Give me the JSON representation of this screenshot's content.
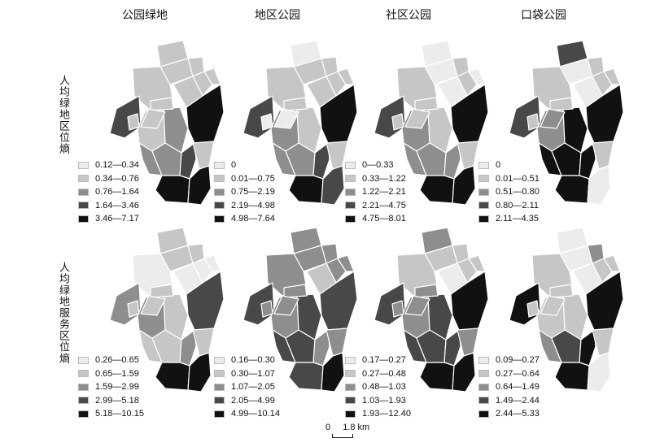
{
  "columns": [
    "公园绿地",
    "地区公园",
    "社区公园",
    "口袋公园"
  ],
  "rows": [
    "人均绿地区位熵",
    "人均绿地服务区位熵"
  ],
  "colors": [
    "#ececec",
    "#c6c6c6",
    "#8e8e8e",
    "#484848",
    "#111111"
  ],
  "legends": [
    [
      [
        "0.12—0.34",
        "0.34—0.76",
        "0.76—1.64",
        "1.64—3.46",
        "3.46—7.17"
      ],
      [
        "0",
        "0.01—0.75",
        "0.75—2.19",
        "2.19—4.98",
        "4.98—7.64"
      ],
      [
        "0—0.33",
        "0.33—1.22",
        "1.22—2.21",
        "2.21—4.75",
        "4.75—8.01"
      ],
      [
        "0",
        "0.01—0.51",
        "0.51—0.80",
        "0.80—2.11",
        "2.11—4.35"
      ]
    ],
    [
      [
        "0.26—0.65",
        "0.65—1.59",
        "1.59—2.99",
        "2.99—5.18",
        "5.18—10.15"
      ],
      [
        "0.16—0.30",
        "0.30—1.07",
        "1.07—2.05",
        "2.05—4.99",
        "4.99—10.14"
      ],
      [
        "0.17—0.27",
        "0.27—0.48",
        "0.48—1.03",
        "1.03—1.93",
        "1.93—12.40"
      ],
      [
        "0.09—0.27",
        "0.27—0.64",
        "0.64—1.49",
        "1.49—2.44",
        "2.44—5.33"
      ]
    ]
  ],
  "region_classes": [
    [
      [
        1,
        1,
        1,
        1,
        1,
        1,
        1,
        3,
        4,
        1,
        2,
        2,
        2,
        3,
        1,
        1,
        1,
        1,
        4,
        4
      ],
      [
        0,
        1,
        1,
        1,
        1,
        1,
        1,
        3,
        4,
        2,
        1,
        2,
        2,
        3,
        1,
        0,
        1,
        0,
        4,
        3
      ],
      [
        0,
        0,
        1,
        1,
        0,
        0,
        1,
        3,
        4,
        2,
        1,
        2,
        2,
        2,
        1,
        1,
        1,
        1,
        4,
        4
      ],
      [
        3,
        0,
        1,
        1,
        0,
        1,
        1,
        3,
        4,
        2,
        4,
        4,
        4,
        4,
        1,
        2,
        1,
        1,
        4,
        0
      ]
    ],
    [
      [
        1,
        1,
        1,
        0,
        0,
        0,
        0,
        2,
        3,
        2,
        1,
        1,
        1,
        2,
        1,
        1,
        1,
        1,
        4,
        4
      ],
      [
        2,
        2,
        2,
        2,
        1,
        2,
        2,
        3,
        3,
        2,
        3,
        3,
        3,
        2,
        2,
        2,
        2,
        2,
        3,
        4
      ],
      [
        2,
        1,
        1,
        1,
        0,
        1,
        1,
        3,
        4,
        2,
        3,
        3,
        3,
        3,
        2,
        2,
        2,
        2,
        4,
        4
      ],
      [
        0,
        0,
        2,
        1,
        0,
        1,
        1,
        4,
        4,
        1,
        1,
        2,
        3,
        4,
        1,
        1,
        1,
        1,
        4,
        0
      ]
    ]
  ],
  "scale": {
    "zero": "0",
    "distance": "1.8 km"
  }
}
